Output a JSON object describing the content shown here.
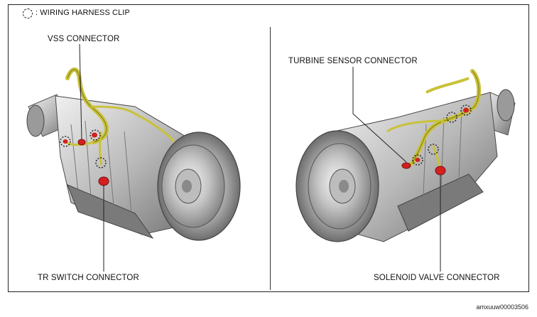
{
  "legend": {
    "icon": "dashed-circle-icon",
    "text": ": WIRING HARNESS CLIP"
  },
  "labels": {
    "vss": "VSS CONNECTOR",
    "tr_switch": "TR SWITCH CONNECTOR",
    "turbine": "TURBINE SENSOR CONNECTOR",
    "solenoid": "SOLENOID VALVE CONNECTOR"
  },
  "caption": "amxuuw00003506",
  "colors": {
    "connector": "#d42020",
    "harness": "#c9c23a",
    "metal_light": "#dcdcdc",
    "metal_mid": "#a8a8a8",
    "metal_dark": "#5a5a5a"
  }
}
